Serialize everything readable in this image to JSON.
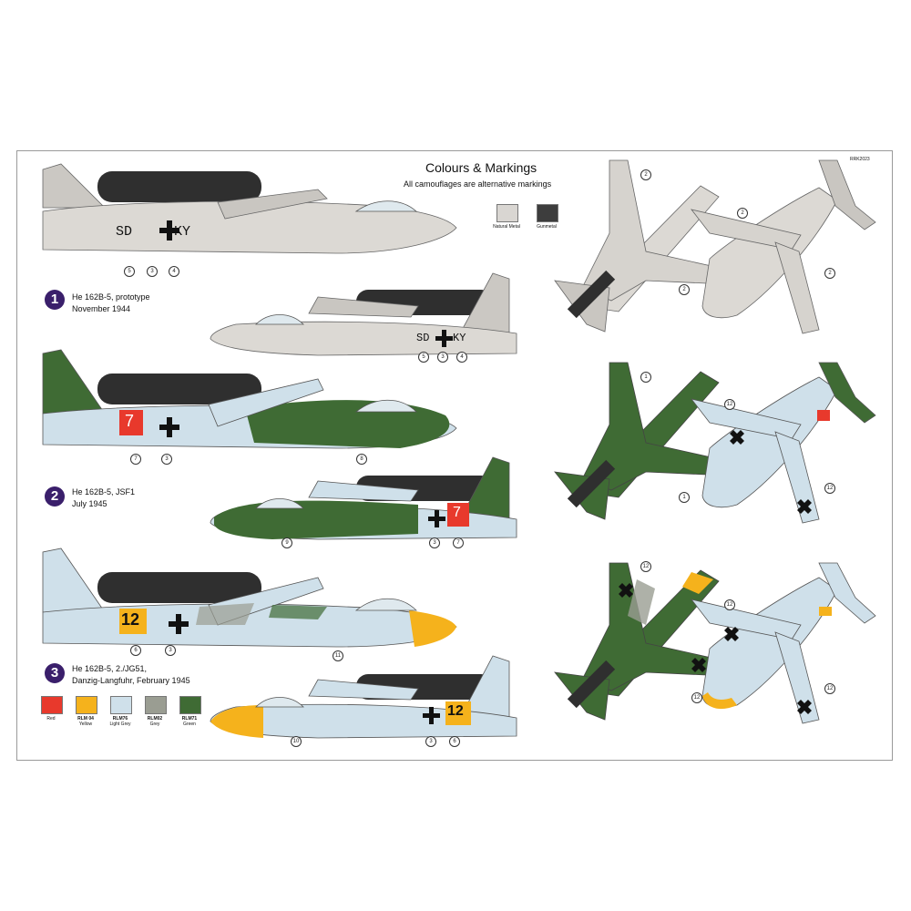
{
  "header": {
    "title": "Colours & Markings",
    "subtitle": "All camouflages are alternative markings",
    "code": "RRK2023"
  },
  "metal_swatches": [
    {
      "label": "Natural Metal",
      "color": "#d9d6d2"
    },
    {
      "label": "Gunmetal",
      "color": "#3d3d3d"
    }
  ],
  "color_swatches": [
    {
      "code": "",
      "name": "Red",
      "color": "#e8392c"
    },
    {
      "code": "RLM 04",
      "name": "Yellow",
      "color": "#f5b21c"
    },
    {
      "code": "RLM76",
      "name": "Light Grey",
      "color": "#cfe0ea"
    },
    {
      "code": "RLM02",
      "name": "Grey",
      "color": "#9a9d92"
    },
    {
      "code": "RLM71",
      "name": "Green",
      "color": "#3f6b34"
    }
  ],
  "schemes": [
    {
      "number": "1",
      "line1": "He 162B-5, prototype",
      "line2": "November 1944",
      "code": "SD+KY",
      "tail_code": "SD"
    },
    {
      "number": "2",
      "line1": "He 162B-5, JSF1",
      "line2": "July 1945",
      "code": "7"
    },
    {
      "number": "3",
      "line1": "He 162B-5, 2./JG51,",
      "line2": "Danzig-Langfuhr, February 1945",
      "code": "12"
    }
  ],
  "callouts": {
    "s1_left": [
      "5",
      "3",
      "4"
    ],
    "s1_right": [
      "5",
      "3",
      "4"
    ],
    "s1_top": [
      "2",
      "2",
      "2",
      "2"
    ],
    "s2_left": [
      "7",
      "3",
      "8"
    ],
    "s2_right": [
      "9",
      "3",
      "7"
    ],
    "s2_top": [
      "1",
      "1",
      "12",
      "12"
    ],
    "s3_left": [
      "6",
      "3",
      "11"
    ],
    "s3_right": [
      "10",
      "3",
      "6"
    ],
    "s3_top": [
      "12",
      "12",
      "12",
      "12"
    ]
  },
  "colors": {
    "metal": "#d9d6d2",
    "gunmetal": "#3b3b3b",
    "green": "#3f6b34",
    "light_grey": "#cfe0ea",
    "grey": "#9a9d92",
    "yellow": "#f5b21c",
    "red": "#e8392c",
    "badge": "#3a1f6b"
  }
}
